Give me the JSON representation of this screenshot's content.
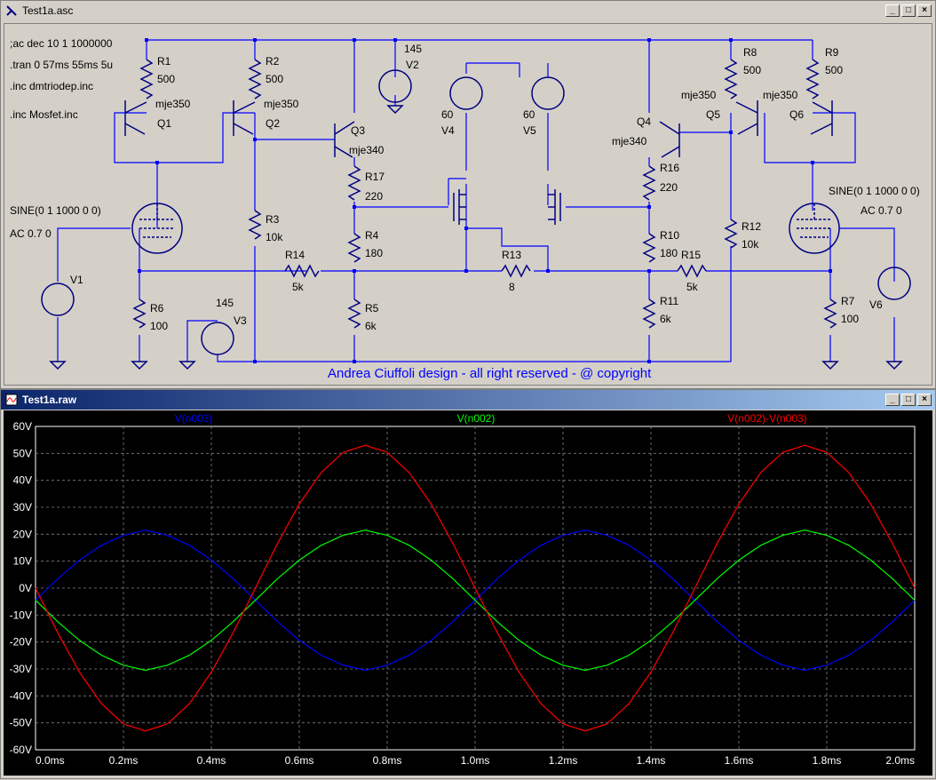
{
  "schematic_window": {
    "title": "Test1a.asc",
    "buttons": [
      "_",
      "□",
      "×"
    ]
  },
  "plot_window": {
    "title": "Test1a.raw",
    "buttons": [
      "_",
      "□",
      "×"
    ]
  },
  "schematic": {
    "directives": [
      ";ac dec 10 1 1000000",
      ".tran 0 57ms 55ms 5u",
      ".inc dmtriodep.inc",
      ".inc Mosfet.inc"
    ],
    "copyright": "Andrea Ciuffoli design - all right reserved - @ copyright",
    "labels": {
      "R1": "R1",
      "R1v": "500",
      "R2": "R2",
      "R2v": "500",
      "Q1m": "mje350",
      "Q1": "Q1",
      "Q2m": "mje350",
      "Q2": "Q2",
      "Q3": "Q3",
      "Q3m": "mje340",
      "R17": "R17",
      "R17v": "220",
      "V2v": "145",
      "V2": "V2",
      "V4v": "60",
      "V4": "V4",
      "V5v": "60",
      "V5": "V5",
      "R3": "R3",
      "R3v": "10k",
      "R4": "R4",
      "R4v": "180",
      "R14": "R14",
      "R14v": "5k",
      "R13": "R13",
      "R13v": "8",
      "R5": "R5",
      "R5v": "6k",
      "R6": "R6",
      "R6v": "100",
      "V1": "V1",
      "V3v": "145",
      "V3": "V3",
      "sineL": "SINE(0 1 1000 0 0)",
      "acL": "AC 0.7 0",
      "R8": "R8",
      "R8v": "500",
      "R9": "R9",
      "R9v": "500",
      "Q5m": "mje350",
      "Q5": "Q5",
      "Q6m": "mje350",
      "Q6": "Q6",
      "Q4": "Q4",
      "Q4m": "mje340",
      "R16": "R16",
      "R16v": "220",
      "R10": "R10",
      "R10v": "180",
      "R15": "R15",
      "R15v": "5k",
      "R11": "R11",
      "R11v": "6k",
      "R12": "R12",
      "R12v": "10k",
      "R7": "R7",
      "R7v": "100",
      "V6": "V6",
      "sineR": "SINE(0 1 1000 0 0)",
      "acR": "AC 0.7 0"
    }
  },
  "colors": {
    "wire": "#0000ff",
    "component": "#000080",
    "trace_n003": "#0000ff",
    "trace_n002": "#00ff00",
    "trace_diff": "#ff0000",
    "grid": "#808080",
    "plot_bg": "#000000",
    "copyright": "#0000ff"
  },
  "chart_data": {
    "type": "line",
    "x": [
      0,
      0.05,
      0.1,
      0.15,
      0.2,
      0.25,
      0.3,
      0.35,
      0.4,
      0.45,
      0.5,
      0.55,
      0.6,
      0.65,
      0.7,
      0.75,
      0.8,
      0.85,
      0.9,
      0.95,
      1.0,
      1.05,
      1.1,
      1.15,
      1.2,
      1.25,
      1.3,
      1.35,
      1.4,
      1.45,
      1.5,
      1.55,
      1.6,
      1.65,
      1.7,
      1.75,
      1.8,
      1.85,
      1.9,
      1.95,
      2.0
    ],
    "series": [
      {
        "name": "V(n003)",
        "color": "#0000ff",
        "values": [
          -4.5,
          3.4,
          10.4,
          15.9,
          19.6,
          21.5,
          19.6,
          15.9,
          10.4,
          3.4,
          -4.5,
          -12.4,
          -19.4,
          -24.9,
          -28.6,
          -30.5,
          -28.6,
          -24.9,
          -19.4,
          -12.4,
          -4.5,
          3.4,
          10.4,
          15.9,
          19.6,
          21.5,
          19.6,
          15.9,
          10.4,
          3.4,
          -4.5,
          -12.4,
          -19.4,
          -24.9,
          -28.6,
          -30.5,
          -28.6,
          -24.9,
          -19.4,
          -12.4,
          -4.5
        ]
      },
      {
        "name": "V(n002)",
        "color": "#00ff00",
        "values": [
          -4.5,
          -12.4,
          -19.4,
          -24.9,
          -28.6,
          -30.5,
          -28.6,
          -24.9,
          -19.4,
          -12.4,
          -4.5,
          3.4,
          10.4,
          15.9,
          19.6,
          21.5,
          19.6,
          15.9,
          10.4,
          3.4,
          -4.5,
          -12.4,
          -19.4,
          -24.9,
          -28.6,
          -30.5,
          -28.6,
          -24.9,
          -19.4,
          -12.4,
          -4.5,
          3.4,
          10.4,
          15.9,
          19.6,
          21.5,
          19.6,
          15.9,
          10.4,
          3.4,
          -4.5
        ]
      },
      {
        "name": "V(n002)-V(n003)",
        "color": "#ff0000",
        "values": [
          0,
          -16.4,
          -31.2,
          -42.9,
          -50.4,
          -53,
          -50.4,
          -42.9,
          -31.2,
          -16.4,
          0,
          16.4,
          31.2,
          42.9,
          50.4,
          53,
          50.4,
          42.9,
          31.2,
          16.4,
          0,
          -16.4,
          -31.2,
          -42.9,
          -50.4,
          -53,
          -50.4,
          -42.9,
          -31.2,
          -16.4,
          0,
          16.4,
          31.2,
          42.9,
          50.4,
          53,
          50.4,
          42.9,
          31.2,
          16.4,
          0
        ]
      }
    ],
    "xlim": [
      0,
      2.0
    ],
    "ylim": [
      -60,
      60
    ],
    "xticks": [
      "0.0ms",
      "0.2ms",
      "0.4ms",
      "0.6ms",
      "0.8ms",
      "1.0ms",
      "1.2ms",
      "1.4ms",
      "1.6ms",
      "1.8ms",
      "2.0ms"
    ],
    "yticks": [
      "60V",
      "50V",
      "40V",
      "30V",
      "20V",
      "10V",
      "0V",
      "-10V",
      "-20V",
      "-30V",
      "-40V",
      "-50V",
      "-60V"
    ],
    "grid": true,
    "legend": "top"
  }
}
